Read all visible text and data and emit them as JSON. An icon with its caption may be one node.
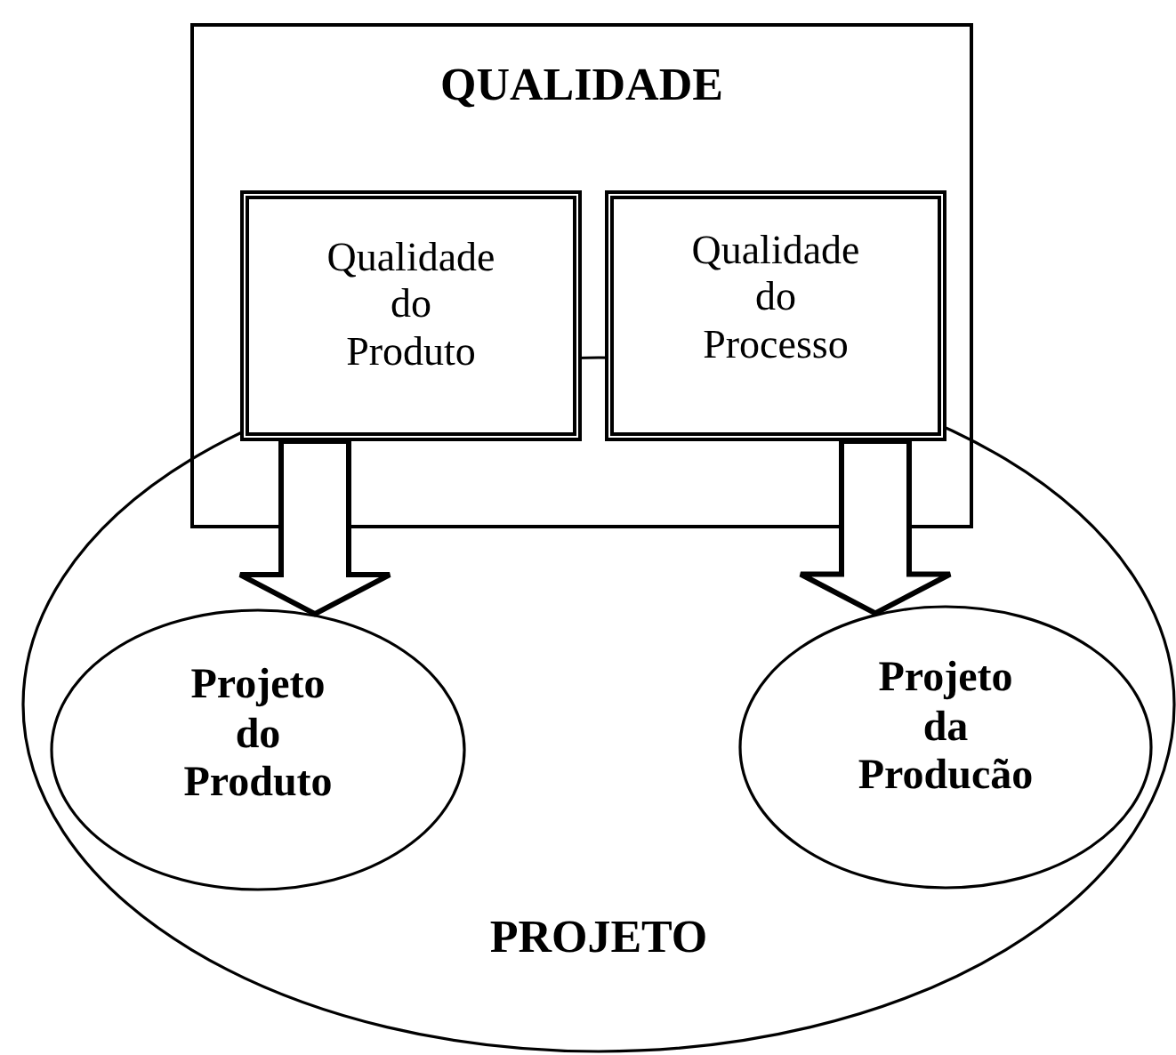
{
  "diagram": {
    "nodes": [
      {
        "text": [
          "QUALIDADE"
        ]
      },
      {
        "text": [
          "Qualidade do Produto"
        ],
        "in": 0
      },
      {
        "text": [
          "Qualidade do Processo"
        ],
        "in": 0
      },
      {
        "text": [
          "PROJETO"
        ]
      },
      {
        "text": [
          "Projeto do Produto"
        ],
        "in": 3
      },
      {
        "text": [
          "Projeto da Producão"
        ],
        "in": 3
      }
    ],
    "edges": [
      {
        "from": 1,
        "to": 4,
        "arrow": "to",
        "style": "thick"
      },
      {
        "from": 2,
        "to": 5,
        "arrow": "to",
        "style": "thick"
      }
    ]
  }
}
